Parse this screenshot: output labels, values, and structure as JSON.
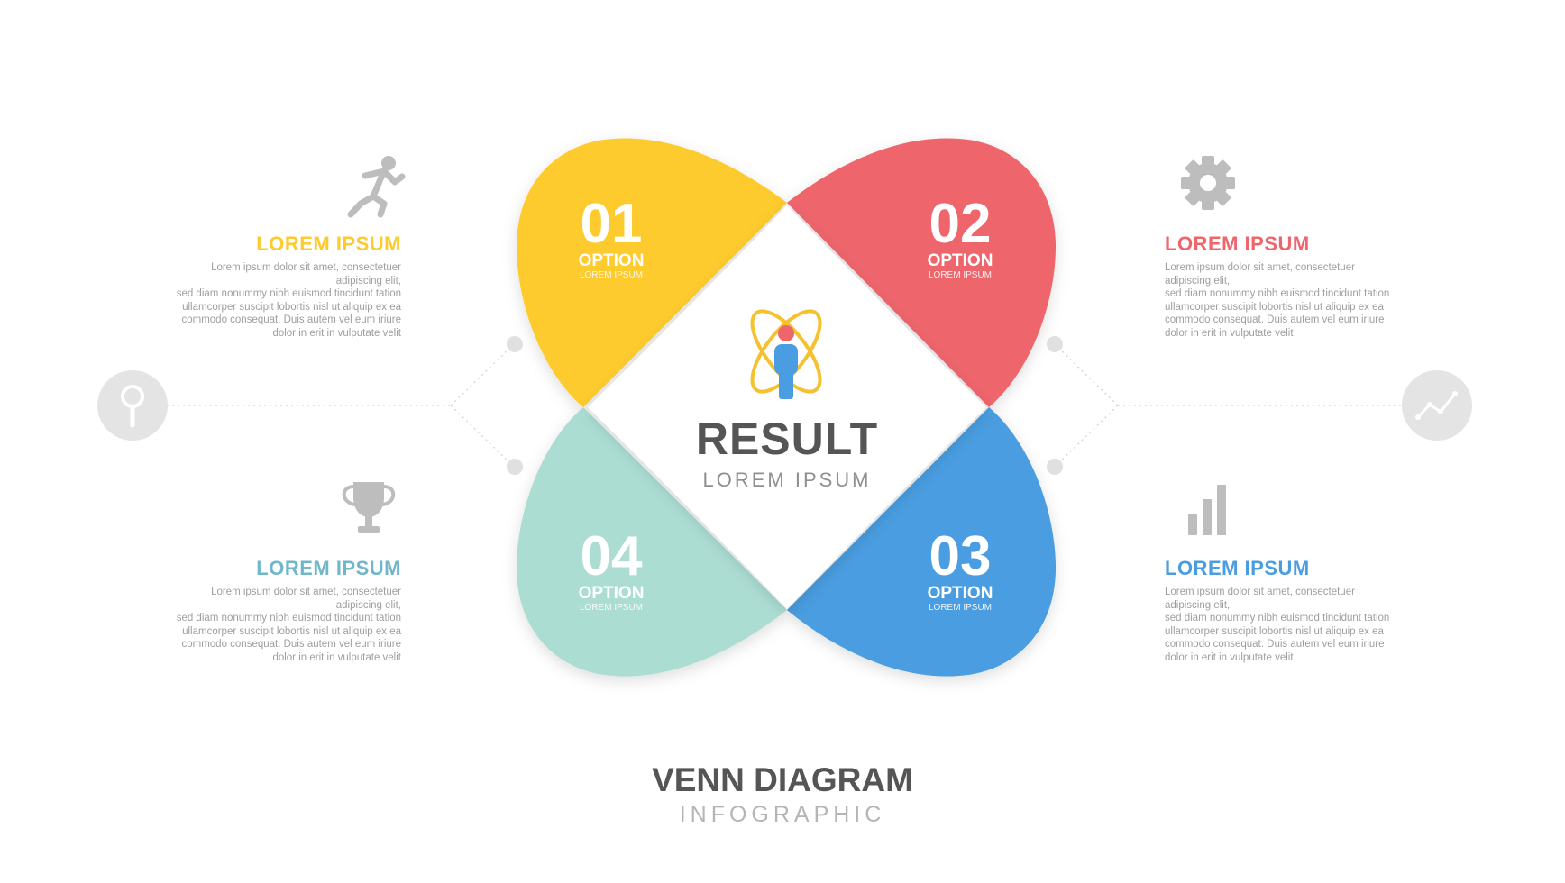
{
  "colors": {
    "yellow": "#FDCB2E",
    "red": "#EE656C",
    "blue": "#4A9DE0",
    "mint": "#ACDDD3",
    "grey_icon": "#c8c8c8",
    "text_dark": "#555555",
    "text_grey": "#8f8f8f"
  },
  "center": {
    "title": "RESULT",
    "subtitle": "LOREM IPSUM",
    "icon": "atom-person-icon"
  },
  "petals": [
    {
      "number": "01",
      "option": "OPTION",
      "sub": "LOREM IPSUM",
      "color": "#FDCB2E"
    },
    {
      "number": "02",
      "option": "OPTION",
      "sub": "LOREM IPSUM",
      "color": "#EE656C"
    },
    {
      "number": "03",
      "option": "OPTION",
      "sub": "LOREM IPSUM",
      "color": "#4A9DE0"
    },
    {
      "number": "04",
      "option": "OPTION",
      "sub": "LOREM IPSUM",
      "color": "#ACDDD3"
    }
  ],
  "info_blocks": [
    {
      "title": "LOREM IPSUM",
      "icon": "running-person-icon",
      "color": "#FDCB2E",
      "text": [
        "Lorem ipsum dolor sit amet, consectetuer adipiscing elit,",
        "sed diam nonummy nibh euismod tincidunt tation",
        "ullamcorper suscipit lobortis nisl ut aliquip ex ea",
        "commodo consequat. Duis autem vel eum iriure",
        "dolor in erit in vulputate velit"
      ]
    },
    {
      "title": "LOREM IPSUM",
      "icon": "gear-icon",
      "color": "#EE656C",
      "text": [
        "Lorem ipsum dolor sit amet, consectetuer adipiscing elit,",
        "sed diam nonummy nibh euismod tincidunt tation",
        "ullamcorper suscipit lobortis nisl ut aliquip ex ea",
        "commodo consequat. Duis autem vel eum iriure",
        "dolor in erit in vulputate velit"
      ]
    },
    {
      "title": "LOREM IPSUM",
      "icon": "bar-chart-icon",
      "color": "#4A9DE0",
      "text": [
        "Lorem ipsum dolor sit amet, consectetuer adipiscing elit,",
        "sed diam nonummy nibh euismod tincidunt tation",
        "ullamcorper suscipit lobortis nisl ut aliquip ex ea",
        "commodo consequat. Duis autem vel eum iriure",
        "dolor in erit in vulputate velit"
      ]
    },
    {
      "title": "LOREM IPSUM",
      "icon": "trophy-icon",
      "color": "#6FB7C9",
      "text": [
        "Lorem ipsum dolor sit amet, consectetuer adipiscing elit,",
        "sed diam nonummy nibh euismod tincidunt tation",
        "ullamcorper suscipit lobortis nisl ut aliquip ex ea",
        "commodo consequat. Duis autem vel eum iriure",
        "dolor in erit in vulputate velit"
      ]
    }
  ],
  "side_icons": {
    "left": "magnifier-icon",
    "right": "line-chart-icon"
  },
  "footer": {
    "title": "VENN DIAGRAM",
    "subtitle": "INFOGRAPHIC"
  }
}
